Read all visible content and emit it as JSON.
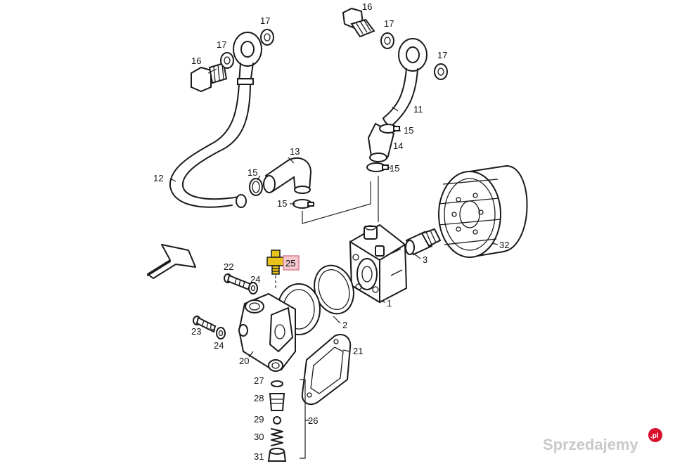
{
  "callouts": {
    "c16a": "16",
    "c16b": "16",
    "c17a": "17",
    "c17b": "17",
    "c17c": "17",
    "c17d": "17",
    "c11": "11",
    "c12": "12",
    "c13": "13",
    "c14": "14",
    "c15a": "15",
    "c15b": "15",
    "c15c": "15",
    "c15d": "15",
    "c32": "32",
    "c3": "3",
    "c1": "1",
    "c2": "2",
    "c25": "25",
    "c22": "22",
    "c23": "23",
    "c24a": "24",
    "c24b": "24",
    "c20": "20",
    "c21": "21",
    "c26": "26",
    "c27": "27",
    "c28": "28",
    "c29": "29",
    "c30": "30",
    "c31": "31"
  },
  "highlight": {
    "part": "25",
    "fill": "#f4c7cf",
    "stroke": "#d9818e",
    "sensor_color": "#e9c21a"
  },
  "watermark": {
    "brand": "Sprzedajemy",
    "badge": ".pl",
    "badge_color": "#d8102e"
  }
}
